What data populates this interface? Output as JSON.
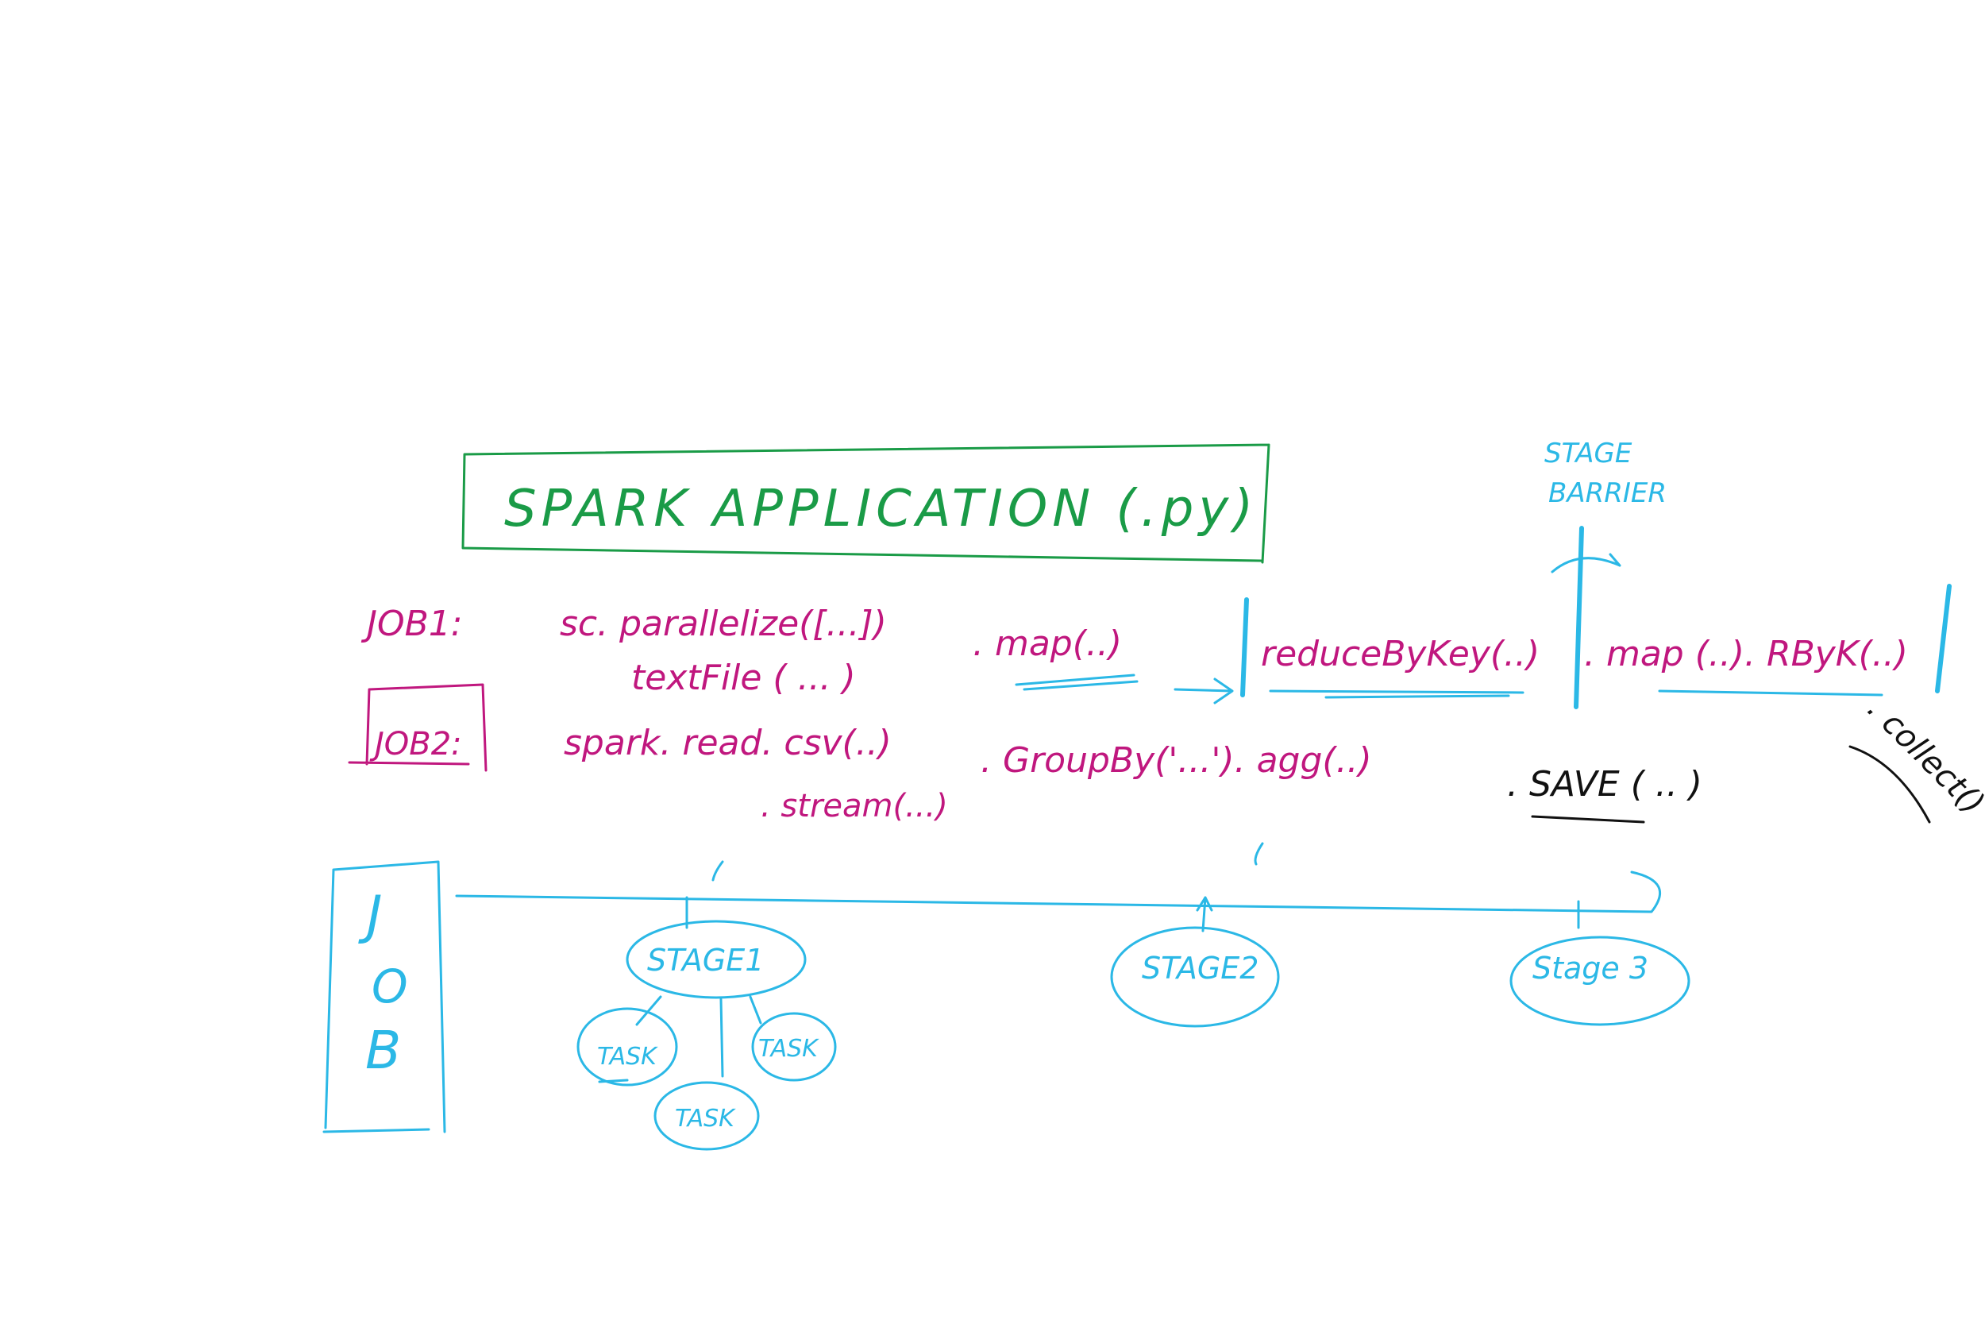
{
  "title": "SPARK APPLICATION (.py)",
  "stage_barrier": {
    "line1": "STAGE",
    "line2": "BARRIER"
  },
  "jobs": [
    {
      "label": "JOB1:",
      "line1": "sc. parallelize([...])",
      "line2": "textFile ( ... )",
      "map": ". map(..)",
      "reduce": "reduceByKey(..)",
      "after_barrier": ". map (..). RByK(..)",
      "action": ". collect()"
    },
    {
      "label": "JOB2:",
      "line1": "spark. read. csv(..)",
      "line2": ". stream(...)",
      "groupby": ". GroupBy('...'). agg(..)",
      "action": ". SAVE ( .. )"
    }
  ],
  "job_label": [
    "J",
    "O",
    "B"
  ],
  "stages": [
    {
      "label": "STAGE1"
    },
    {
      "label": "STAGE2"
    },
    {
      "label": "Stage 3"
    }
  ],
  "tasks": [
    "TASK",
    "TASK",
    "TASK"
  ],
  "colors": {
    "green": "#1a9b47",
    "pink": "#c0177e",
    "cyan": "#2bb8e6",
    "black": "#111111"
  }
}
